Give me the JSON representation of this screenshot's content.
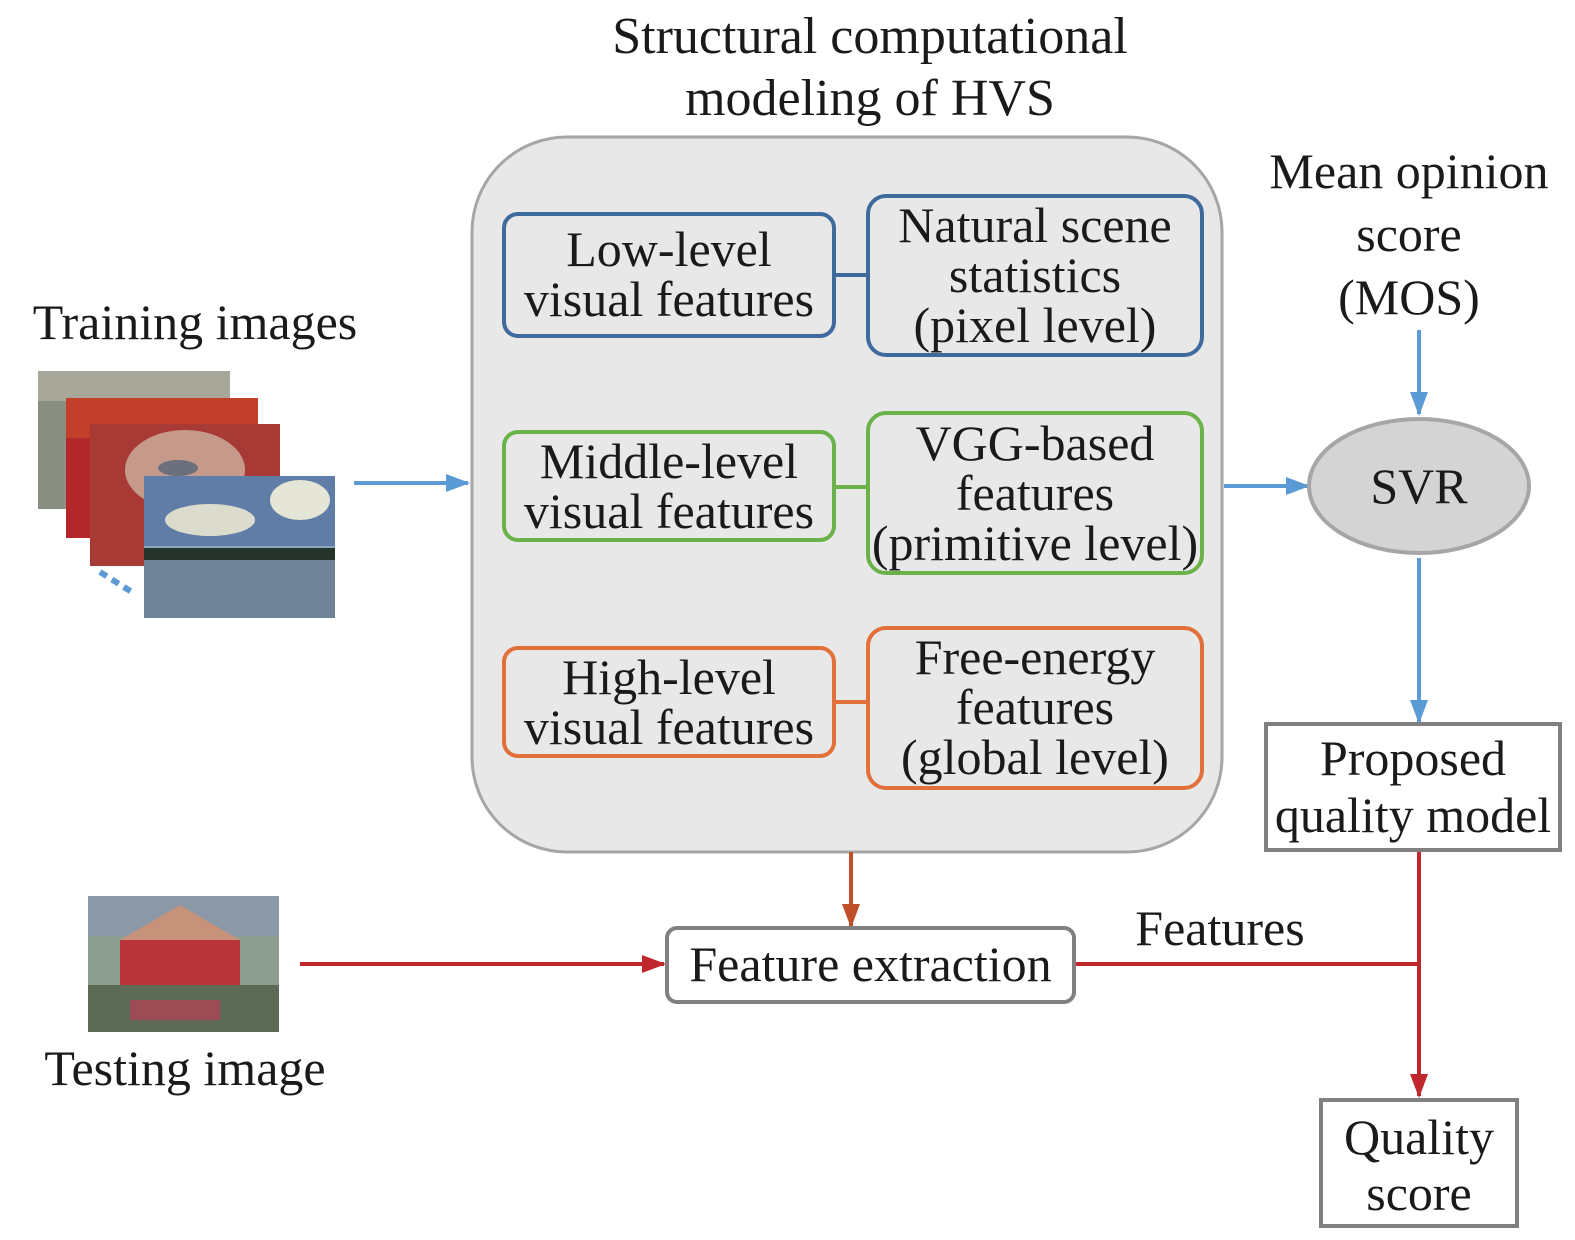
{
  "title": "Structural computational\nmodeling of HVS",
  "training_label": "Training images",
  "testing_label": "Testing image",
  "mos_label": "Mean opinion\nscore\n(MOS)",
  "svr_label": "SVR",
  "proposed_label": "Proposed\nquality model",
  "quality_label": "Quality\nscore",
  "feature_extraction_label": "Feature extraction",
  "features_label": "Features",
  "levels": [
    {
      "left": "Low-level\nvisual features",
      "right": "Natural scene\nstatistics\n(pixel level)",
      "color": "#3f6a9e"
    },
    {
      "left": "Middle-level\nvisual features",
      "right": "VGG-based\nfeatures\n(primitive level)",
      "color": "#6bb24a"
    },
    {
      "left": "High-level\nvisual features",
      "right": "Free-energy\nfeatures\n(global level)",
      "color": "#e2703a"
    }
  ],
  "colors": {
    "blue_arrow": "#5b9bd5",
    "red_arrow": "#c0272d",
    "brown_arrow": "#c0502a",
    "panel_fill": "#e8e8e8",
    "panel_border": "#a6a6a6",
    "box_border": "#808080",
    "svr_fill": "#d4d4d4"
  }
}
